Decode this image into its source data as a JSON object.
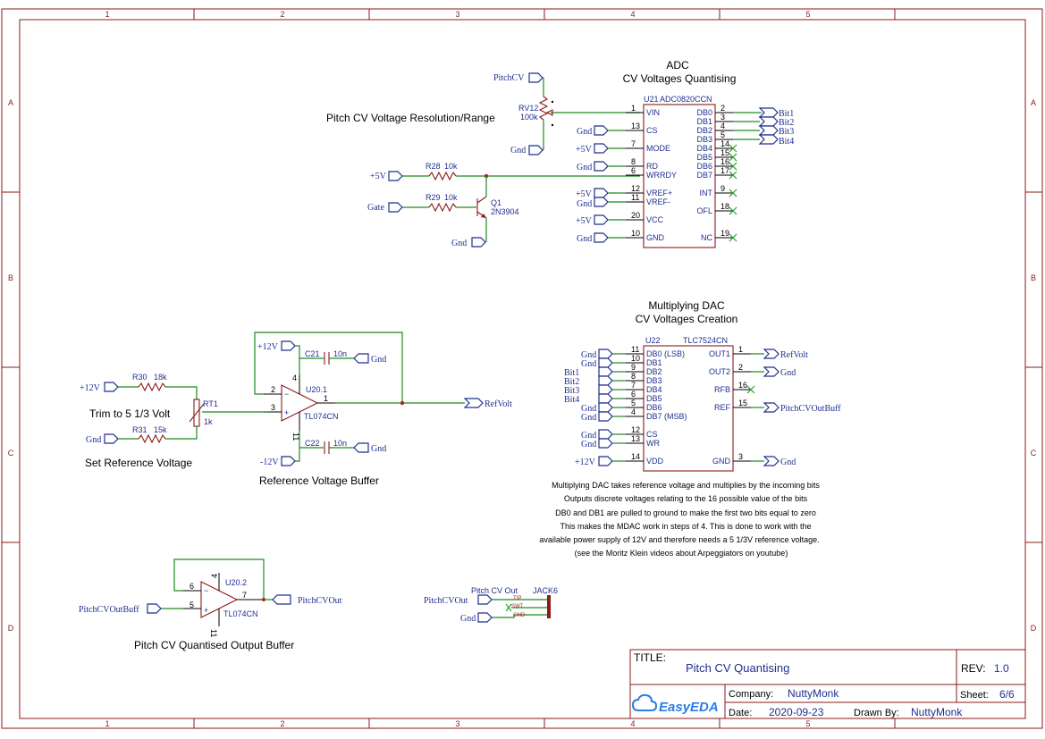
{
  "frame": {
    "columns": [
      "1",
      "2",
      "3",
      "4",
      "5"
    ],
    "rows": [
      "A",
      "B",
      "C",
      "D"
    ]
  },
  "titles": {
    "adc_line1": "ADC",
    "adc_line2": "CV Voltages Quantising",
    "mdac_line1": "Multiplying DAC",
    "mdac_line2": "CV Voltages Creation",
    "pitch_range": "Pitch CV Voltage Resolution/Range",
    "trim": "Trim to 5 1/3 Volt",
    "set_ref": "Set Reference Voltage",
    "ref_buffer": "Reference Voltage Buffer",
    "out_buffer": "Pitch CV Quantised Output Buffer"
  },
  "notes": [
    "Multiplying DAC takes reference voltage and multiplies by the incoming bits",
    "Outputs discrete voltages relating to the 16 possible value of the bits",
    "DB0 and DB1 are pulled to ground to make the first two bits equal to zero",
    "This makes the MDAC work in steps of 4. This is done to work with the",
    "available power supply of 12V and therefore needs a 5 1/3V reference voltage.",
    "(see the Moritz Klein videos about Arpeggiators on youtube)"
  ],
  "nets": {
    "pitchcv": "PitchCV",
    "gnd": "Gnd",
    "p5v": "+5V",
    "gate": "Gate",
    "p12v": "+12V",
    "m12v": "-12V",
    "refvolt": "RefVolt",
    "bit1": "Bit1",
    "bit2": "Bit2",
    "bit3": "Bit3",
    "bit4": "Bit4",
    "pitchcvoutbuff": "PitchCVOutBuff",
    "pitchcvout": "PitchCVOut",
    "pitch_cv_out": "Pitch CV Out"
  },
  "components": {
    "rv12": {
      "ref": "RV12",
      "value": "100k"
    },
    "r28": {
      "ref": "R28",
      "value": "10k"
    },
    "r29": {
      "ref": "R29",
      "value": "10k"
    },
    "q1": {
      "ref": "Q1",
      "value": "2N3904"
    },
    "u21": {
      "ref": "U21",
      "value": "ADC0820CCN"
    },
    "u22": {
      "ref": "U22",
      "value": "TLC7524CN"
    },
    "r30": {
      "ref": "R30",
      "value": "18k"
    },
    "r31": {
      "ref": "R31",
      "value": "15k"
    },
    "rt1": {
      "ref": "RT1",
      "value": "1k"
    },
    "c21": {
      "ref": "C21",
      "value": "10n"
    },
    "c22": {
      "ref": "C22",
      "value": "10n"
    },
    "u20_1": {
      "ref": "U20.1",
      "value": "TL074CN"
    },
    "u20_2": {
      "ref": "U20.2",
      "value": "TL074CN"
    },
    "jack6": {
      "ref": "JACK6",
      "tip": "TIP",
      "swt": "SWT",
      "gnd": "GND"
    }
  },
  "u21_left": [
    {
      "num": "1",
      "name": "VIN"
    },
    {
      "num": "13",
      "name": "CS"
    },
    {
      "num": "7",
      "name": "MODE"
    },
    {
      "num": "8",
      "name": "RD"
    },
    {
      "num": "6",
      "name": "WRRDY"
    },
    {
      "num": "12",
      "name": "VREF+"
    },
    {
      "num": "11",
      "name": "VREF-"
    },
    {
      "num": "20",
      "name": "VCC"
    },
    {
      "num": "10",
      "name": "GND"
    }
  ],
  "u21_right": [
    {
      "num": "2",
      "name": "DB0"
    },
    {
      "num": "3",
      "name": "DB1"
    },
    {
      "num": "4",
      "name": "DB2"
    },
    {
      "num": "5",
      "name": "DB3"
    },
    {
      "num": "14",
      "name": "DB4"
    },
    {
      "num": "15",
      "name": "DB5"
    },
    {
      "num": "16",
      "name": "DB6"
    },
    {
      "num": "17",
      "name": "DB7"
    },
    {
      "num": "9",
      "name": "INT"
    },
    {
      "num": "18",
      "name": "OFL"
    },
    {
      "num": "19",
      "name": "NC"
    }
  ],
  "u22_left": [
    {
      "num": "11",
      "name": "DB0 (LSB)"
    },
    {
      "num": "10",
      "name": "DB1"
    },
    {
      "num": "9",
      "name": "DB2"
    },
    {
      "num": "8",
      "name": "DB3"
    },
    {
      "num": "7",
      "name": "DB4"
    },
    {
      "num": "6",
      "name": "DB5"
    },
    {
      "num": "5",
      "name": "DB6"
    },
    {
      "num": "4",
      "name": "DB7 (MSB)"
    },
    {
      "num": "12",
      "name": "CS"
    },
    {
      "num": "13",
      "name": "WR"
    },
    {
      "num": "14",
      "name": "VDD"
    }
  ],
  "u22_right": [
    {
      "num": "1",
      "name": "OUT1"
    },
    {
      "num": "2",
      "name": "OUT2"
    },
    {
      "num": "16",
      "name": "RFB"
    },
    {
      "num": "15",
      "name": "REF"
    },
    {
      "num": "3",
      "name": "GND"
    }
  ],
  "opamp_pins": {
    "u20_1": {
      "inv": "2",
      "noninv": "3",
      "out": "1",
      "vplus": "4",
      "vminus": "11"
    },
    "u20_2": {
      "inv": "6",
      "noninv": "5",
      "out": "7",
      "vplus": "4",
      "vminus": "11"
    }
  },
  "titleblock": {
    "title_label": "TITLE:",
    "title": "Pitch CV Quantising",
    "rev_label": "REV:",
    "rev": "1.0",
    "company_label": "Company:",
    "company": "NuttyMonk",
    "sheet_label": "Sheet:",
    "sheet": "6/6",
    "date_label": "Date:",
    "date": "2020-09-23",
    "drawn_label": "Drawn By:",
    "drawn": "NuttyMonk",
    "logo": "EasyEDA"
  }
}
